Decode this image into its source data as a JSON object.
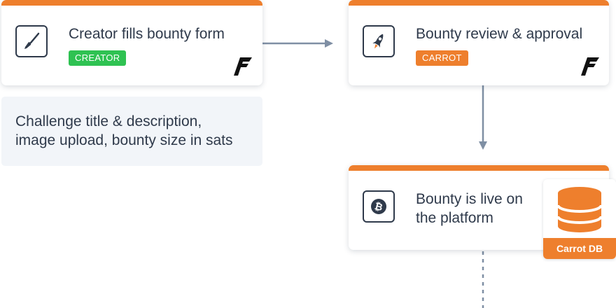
{
  "nodes": {
    "creator_form": {
      "title": "Creator fills bounty form",
      "badge": "CREATOR",
      "badge_color": "#2fc252",
      "icon": "paintbrush-icon",
      "logo": "f-logo"
    },
    "review": {
      "title": "Bounty review & approval",
      "badge": "CARROT",
      "badge_color": "#ee7f2d",
      "icon": "rocket-icon",
      "logo": "f-logo"
    },
    "live": {
      "title_line1": "Bounty is live on",
      "title_line2": "the platform",
      "icon": "bitcoin-icon"
    }
  },
  "note": {
    "line1": "Challenge title & description,",
    "line2": "image upload, bounty size in sats"
  },
  "database": {
    "label": "Carrot DB",
    "icon": "database-icon",
    "color": "#ee7f2d"
  },
  "colors": {
    "accent": "#ee7f2d",
    "connector": "#7f8fa4",
    "text": "#2f3a4b"
  }
}
